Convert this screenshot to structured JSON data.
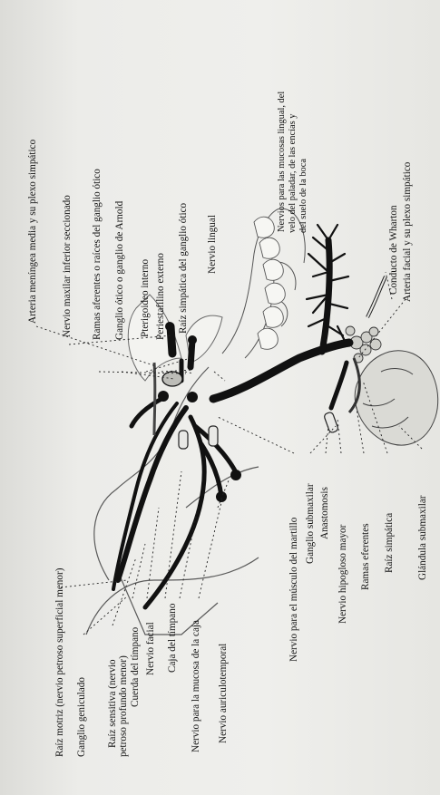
{
  "labels": {
    "raiz_motriz": "Raíz motriz (nervio petroso superficial menor)",
    "ganglio_geniculado": "Ganglio geniculado",
    "raiz_sensitiva_1": "Raíz sensitiva (nervio",
    "raiz_sensitiva_2": "petroso profundo menor)",
    "cuerda_del_timpano": "Cuerda del tímpano",
    "nervio_facial": "Nervio facial",
    "caja_del_timpano": "Caja del tímpano",
    "nervio_mucosa_caja": "Nervio para la mucosa de la caja",
    "nervio_auriculotemporal": "Nervio auriculotemporal",
    "arteria_meningea": "Arteria meníngea media y su plexo simpático",
    "nervio_maxilar_inferior": "Nervio maxilar inferior seccionado",
    "ramas_aferentes": "Ramas aferentes o raíces del ganglio ótico",
    "ganglio_otico": "Ganglio ótico o ganglio de Arnold",
    "pterigoideo_interno": "Pterigoideo interno",
    "periestafilino_externo": "Periestafilino externo",
    "raiz_simpatica_otico": "Raíz simpática del ganglio ótico",
    "nervio_lingual": "Nervio lingual",
    "nervios_mucosas_1": "Nervios para las mucosas lingual, del",
    "nervios_mucosas_2": "velo del paladar, de las encías y",
    "nervios_mucosas_3": "del suelo de la boca",
    "nervio_musculo_martillo": "Nervio para el músculo del martillo",
    "ganglio_submaxilar": "Ganglio submaxilar",
    "anastomosis": "Anastomosis",
    "nervio_hipogloso": "Nervio hipogloso mayor",
    "ramas_eferentes": "Ramas eferentes",
    "raiz_simpatica": "Raíz simpática",
    "glandula_submaxilar": "Glándula submaxilar",
    "conducto_wharton": "Conducto de Wharton",
    "arteria_facial": "Arteria facial y su plexo simpático"
  }
}
